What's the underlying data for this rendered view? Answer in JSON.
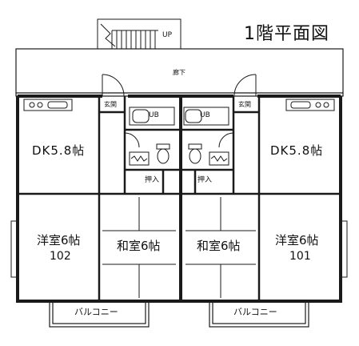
{
  "floor_title": "1階平面図",
  "stair_label": "UP",
  "corridor_label": "廊下",
  "unit_left": {
    "entrance": "玄関",
    "bath": "UB",
    "dining_kitchen": "DK5.8帖",
    "closet": "押入",
    "japanese_room": "和室6帖",
    "western_room": "洋室6帖",
    "room_number": "102",
    "balcony": "バルコニー"
  },
  "unit_right": {
    "entrance": "玄関",
    "bath": "UB",
    "dining_kitchen": "DK5.8帖",
    "closet": "押入",
    "japanese_room": "和室6帖",
    "western_room": "洋室6帖",
    "room_number": "101",
    "balcony": "バルコニー"
  },
  "colors": {
    "wall": "#1a1a1a",
    "background": "#ffffff"
  }
}
